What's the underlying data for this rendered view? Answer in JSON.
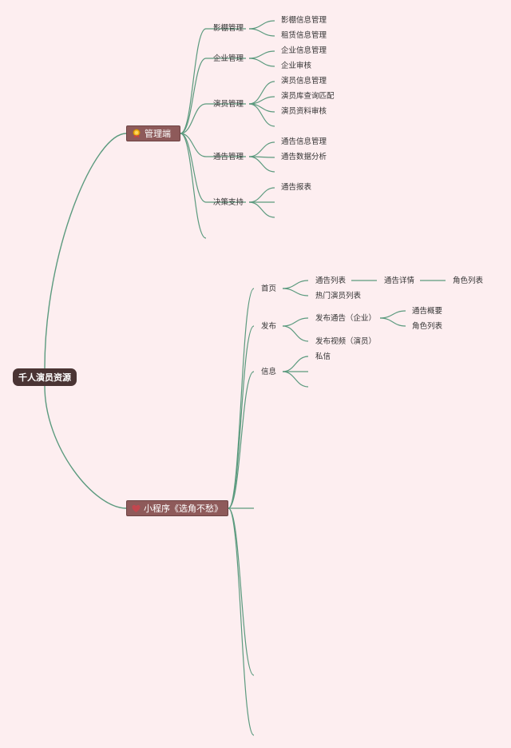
{
  "root": "千人演员资源",
  "colors": {
    "background": "#fdeef0",
    "root": "#4a3434",
    "main_node": "#8e5a5a",
    "edge": "#5b9a7e"
  },
  "branches": [
    {
      "label": "管理端",
      "icon": "medal-icon",
      "children": [
        {
          "label": "影棚管理",
          "children": [
            "影棚信息管理",
            "租赁信息管理"
          ]
        },
        {
          "label": "企业管理",
          "children": [
            "企业信息管理",
            "企业审核"
          ]
        },
        {
          "label": "演员管理",
          "children": [
            "演员信息管理",
            "演员库查询匹配",
            "演员资料审核"
          ]
        },
        {
          "label": "通告管理",
          "children": [
            "通告信息管理",
            "通告数据分析"
          ]
        },
        {
          "label": "决策支持",
          "children": [
            "通告报表"
          ]
        }
      ]
    },
    {
      "label": "小程序《选角不愁》",
      "icon": "heart-icon",
      "children": [
        {
          "label": "首页",
          "children": [
            {
              "label": "通告列表",
              "chain": [
                "通告详情",
                "角色列表"
              ]
            },
            {
              "label": "热门演员列表"
            }
          ]
        },
        {
          "label": "发布",
          "children": [
            {
              "label": "发布通告（企业）",
              "children": [
                "通告概要",
                "角色列表"
              ]
            },
            {
              "label": "发布视频（演员）"
            }
          ]
        },
        {
          "label": "信息",
          "children": [
            {
              "label": "私信"
            }
          ]
        }
      ]
    }
  ]
}
